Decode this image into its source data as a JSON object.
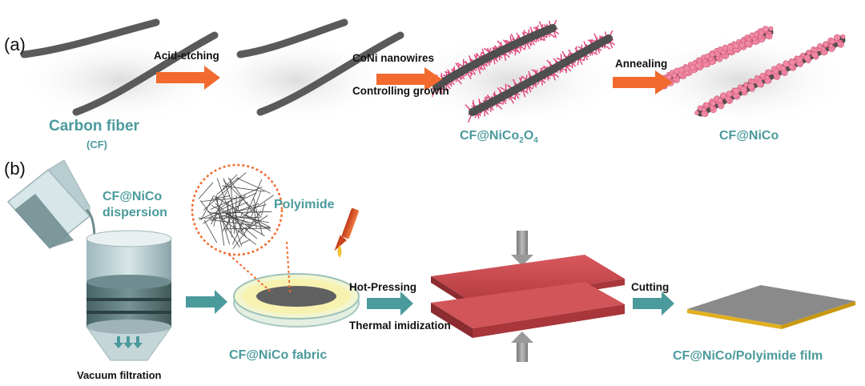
{
  "panels": {
    "a": "(a)",
    "b": "(b)"
  },
  "row_a": {
    "step1": {
      "name": "Carbon fiber",
      "abbr": "(CF)"
    },
    "arrow1": "Acid-etching",
    "arrow2_top": "CoNi nanowires",
    "arrow2_bottom": "Controlling growth",
    "step3": {
      "pre": "CF@NiCo",
      "sub": "2",
      "mid": "O",
      "sub2": "4"
    },
    "arrow3": "Annealing",
    "step4": "CF@NiCo"
  },
  "row_b": {
    "dispersion_1": "CF@NiCo",
    "dispersion_2": "dispersion",
    "vacuum": "Vacuum filtration",
    "polyimide": "Polyimide",
    "fabric": "CF@NiCo fabric",
    "hot_pressing": "Hot-Pressing",
    "thermal": "Thermal imidization",
    "cutting": "Cutting",
    "film": "CF@NiCo/Polyimide film"
  },
  "colors": {
    "teal": "#4b9a9c",
    "orange_arrow": "#f26a2e",
    "teal_arrow": "#4b9a9c",
    "fiber": "#555555",
    "nanowire": "#e0407a",
    "press": "#c9484c",
    "film_edge": "#e0b020"
  }
}
